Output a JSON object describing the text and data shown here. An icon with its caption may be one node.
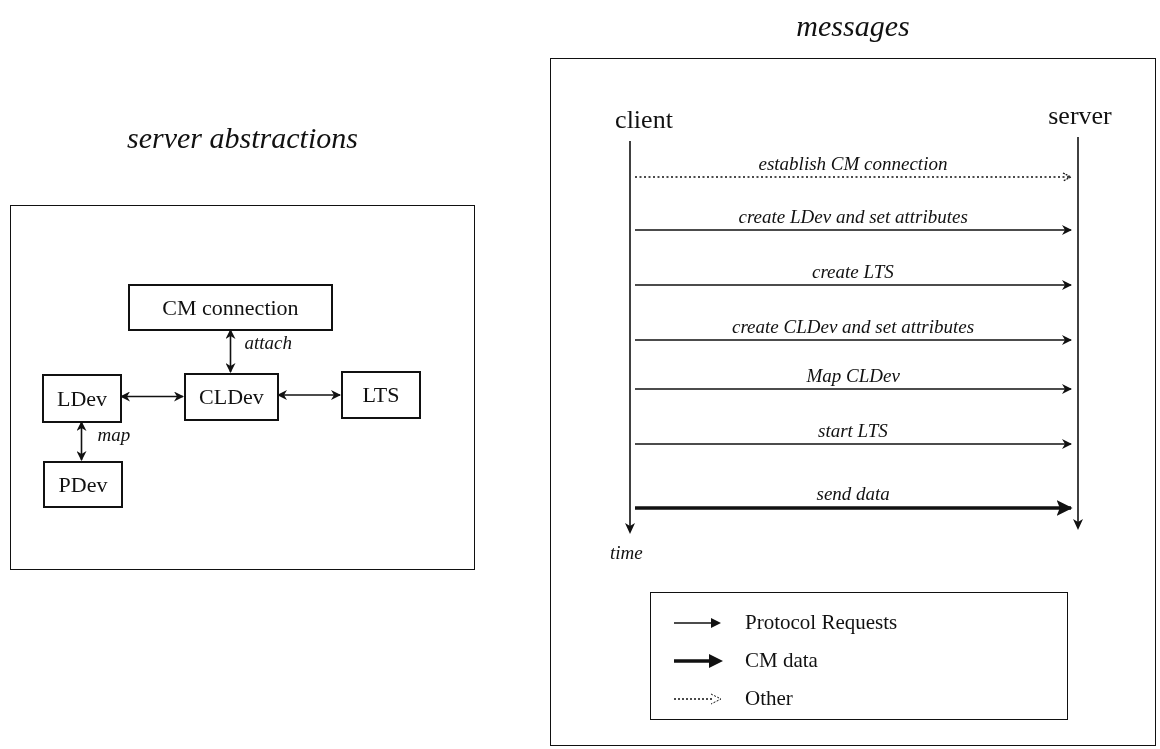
{
  "diagram": {
    "nodes": [
      {
        "text": [
          "server abstractions"
        ]
      },
      {
        "text": [
          "CM connection"
        ],
        "in": 0
      },
      {
        "text": [
          "LDev"
        ],
        "in": 0
      },
      {
        "text": [
          "CLDev"
        ],
        "in": 0
      },
      {
        "text": [
          "LTS"
        ],
        "in": 0
      },
      {
        "text": [
          "PDev"
        ],
        "in": 0
      },
      {
        "text": [
          "messages"
        ]
      },
      {
        "text": [
          "client"
        ],
        "in": 6
      },
      {
        "text": [
          "server"
        ],
        "in": 6
      },
      {
        "text": [],
        "shape": "bar",
        "in": 6,
        "beside": [
          "time"
        ]
      },
      {
        "text": [],
        "shape": "bar",
        "in": 6
      }
    ],
    "edges": [
      {
        "from": 1,
        "to": 3,
        "arrow": "both",
        "label": "attach"
      },
      {
        "from": 2,
        "to": 3,
        "arrow": "both"
      },
      {
        "from": 3,
        "to": 4,
        "arrow": "both"
      },
      {
        "from": 2,
        "to": 5,
        "arrow": "both",
        "label": "map"
      },
      {
        "from": 9,
        "to": 10,
        "arrow": "to",
        "label": "establish CM connection",
        "style": "dashed"
      },
      {
        "from": 9,
        "to": 10,
        "arrow": "to",
        "label": "create LDev and set attributes"
      },
      {
        "from": 9,
        "to": 10,
        "arrow": "to",
        "label": "create LTS"
      },
      {
        "from": 9,
        "to": 10,
        "arrow": "to",
        "label": "create CLDev and set attributes"
      },
      {
        "from": 9,
        "to": 10,
        "arrow": "to",
        "label": "Map CLDev"
      },
      {
        "from": 9,
        "to": 10,
        "arrow": "to",
        "label": "start LTS"
      },
      {
        "from": 9,
        "to": 10,
        "arrow": "to",
        "label": "send data",
        "style": "thick"
      }
    ],
    "legend": [
      {
        "text": "Protocol Requests"
      },
      {
        "text": "CM data"
      },
      {
        "text": "Other"
      }
    ]
  }
}
